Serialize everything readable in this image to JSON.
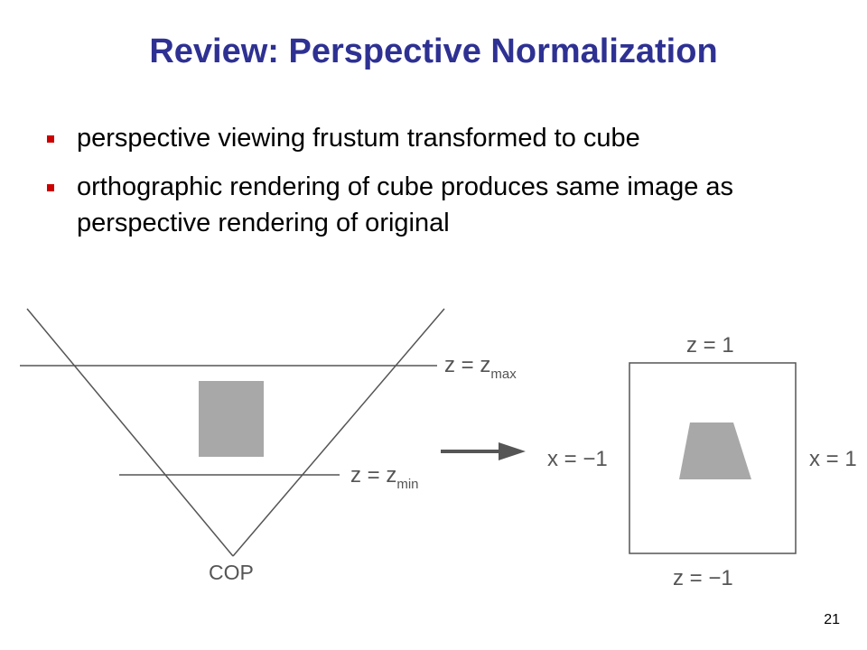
{
  "slide": {
    "title": "Review: Perspective Normalization",
    "bullets": [
      "perspective viewing frustum transformed to cube",
      "orthographic rendering of cube produces same image as perspective rendering of original"
    ],
    "page_number": "21"
  },
  "diagram": {
    "frustum": {
      "z_max_label": "z = z",
      "z_max_sub": "max",
      "z_min_label": "z = z",
      "z_min_sub": "min",
      "cop_label": "COP"
    },
    "cube": {
      "top_label": "z = 1",
      "bottom_label": "z = −1",
      "left_label": "x = −1",
      "right_label": "x = 1"
    },
    "colors": {
      "title": "#2e3192",
      "bullet_marker": "#cc0000",
      "line": "#555555",
      "object_fill": "#a8a8a8"
    }
  }
}
